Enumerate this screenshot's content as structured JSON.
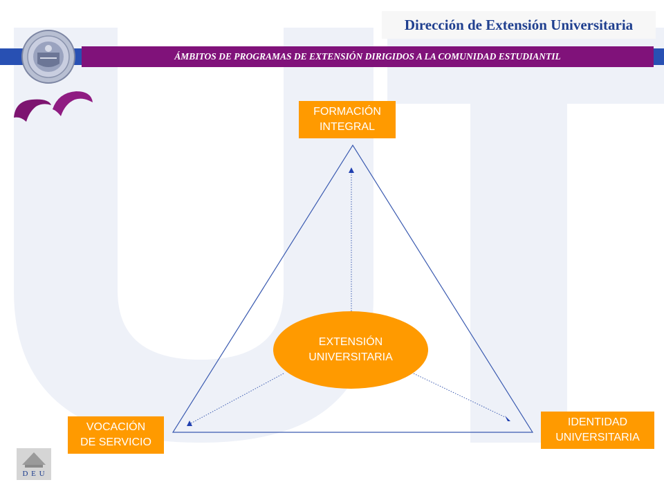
{
  "header": {
    "title": "Dirección de Extensión Universitaria",
    "subtitle": "ÁMBITOS DE PROGRAMAS DE EXTENSIÓN DIRIGIDOS A LA COMUNIDAD ESTUDIANTIL"
  },
  "diagram": {
    "center": "EXTENSIÓN\nUNIVERSITARIA",
    "top": "FORMACIÓN\nINTEGRAL",
    "left": "VOCACIÓN\nDE SERVICIO",
    "right": "IDENTIDAD\nUNIVERSITARIA"
  },
  "nav": {
    "home_label": "D E U"
  },
  "colors": {
    "title_blue": "#1f3f8f",
    "band_blue": "#2850b3",
    "banner_purple": "#80127a",
    "box_orange": "#ff9a00",
    "line_blue": "#3a5ab0"
  },
  "icons": {
    "logo": "university-seal-icon",
    "decoration": "purple-swoosh-icon",
    "home": "home-icon"
  }
}
